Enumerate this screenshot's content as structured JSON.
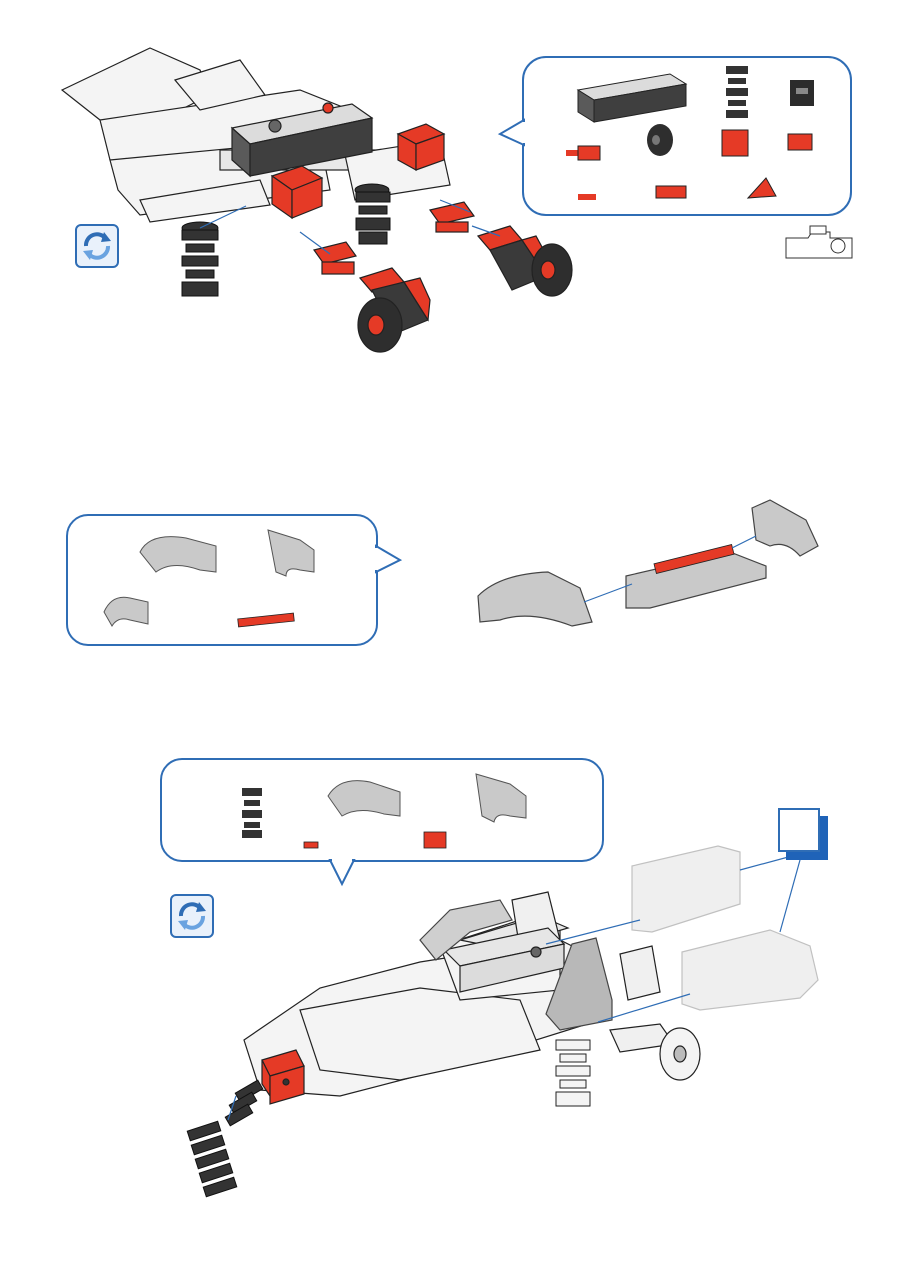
{
  "page": {
    "step_1": {
      "callout_parts": [
        "battery-box",
        "spring",
        "connector-block-black",
        "axle-pin-red",
        "wheel",
        "building-block-red",
        "angle-block-red",
        "clip-red",
        "flat-plate-red",
        "triangle-block-red"
      ],
      "has_rotate_hint": true,
      "has_side_profile_icon": true
    },
    "step_2": {
      "callout_parts": [
        "long-curved-fairing-grey",
        "short-curved-fairing-grey",
        "small-fairing-grey",
        "red-strip"
      ]
    },
    "step_3": {
      "callout_parts": [
        "spring",
        "long-curved-fairing-grey",
        "short-curved-fairing-grey",
        "small-red-pin",
        "red-block"
      ],
      "has_rotate_hint": true,
      "step_number_box": ""
    },
    "colors": {
      "accent_blue": "#2f6db5",
      "part_red": "#e53a26",
      "part_dark": "#3a3a3a",
      "part_grey": "#c9c9c9",
      "part_white": "#f4f4f4",
      "line": "#222222"
    },
    "icons": [
      "rotate-icon",
      "side-profile-icon"
    ]
  }
}
